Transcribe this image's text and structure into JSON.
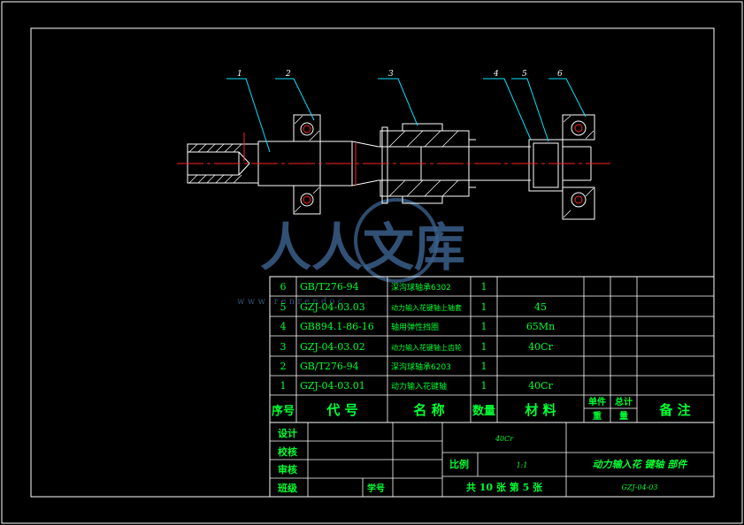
{
  "colors": {
    "background": "#000000",
    "frame": "#ffffff",
    "outline": "#ffffff",
    "centerline": "#ff2020",
    "leader": "#00e5ff",
    "table_text": "#00ff33",
    "watermark": "#3a5f8a"
  },
  "balloons": [
    "1",
    "2",
    "3",
    "4",
    "5",
    "6"
  ],
  "watermark": {
    "text": "人人文库",
    "url": "w w w . r e n r e n d o c"
  },
  "parts": [
    {
      "no": "6",
      "code": "GB/T276-94",
      "name": "深沟球轴承6302",
      "qty": "1",
      "material": ""
    },
    {
      "no": "5",
      "code": "GZJ-04-03.03",
      "name": "动力输入花键轴上轴套",
      "qty": "1",
      "material": "45"
    },
    {
      "no": "4",
      "code": "GB894.1-86-16",
      "name": "轴用弹性挡圈",
      "qty": "1",
      "material": "65Mn"
    },
    {
      "no": "3",
      "code": "GZJ-04-03.02",
      "name": "动力输入花键轴上齿轮",
      "qty": "1",
      "material": "40Cr"
    },
    {
      "no": "2",
      "code": "GB/T276-94",
      "name": "深沟球轴承6203",
      "qty": "1",
      "material": ""
    },
    {
      "no": "1",
      "code": "GZJ-04-03.01",
      "name": "动力输入花键轴",
      "qty": "1",
      "material": "40Cr"
    }
  ],
  "header": {
    "no": "序号",
    "code": "代 号",
    "name": "名 称",
    "qty": "数量",
    "material": "材 料",
    "unit_top": "单件",
    "unit_bottom": "重",
    "total_top": "总计",
    "total_bottom": "量",
    "remark": "备 注"
  },
  "title_block": {
    "design": "设计",
    "check": "校核",
    "review": "审核",
    "class": "班级",
    "student_id": "学号",
    "material": "40Cr",
    "scale_label": "比例",
    "scale_value": "1:1",
    "sheets": "共 10 张 第 5 张",
    "title": "动力输入花 键轴 部件",
    "drawing_no": "GZJ-04-03"
  }
}
